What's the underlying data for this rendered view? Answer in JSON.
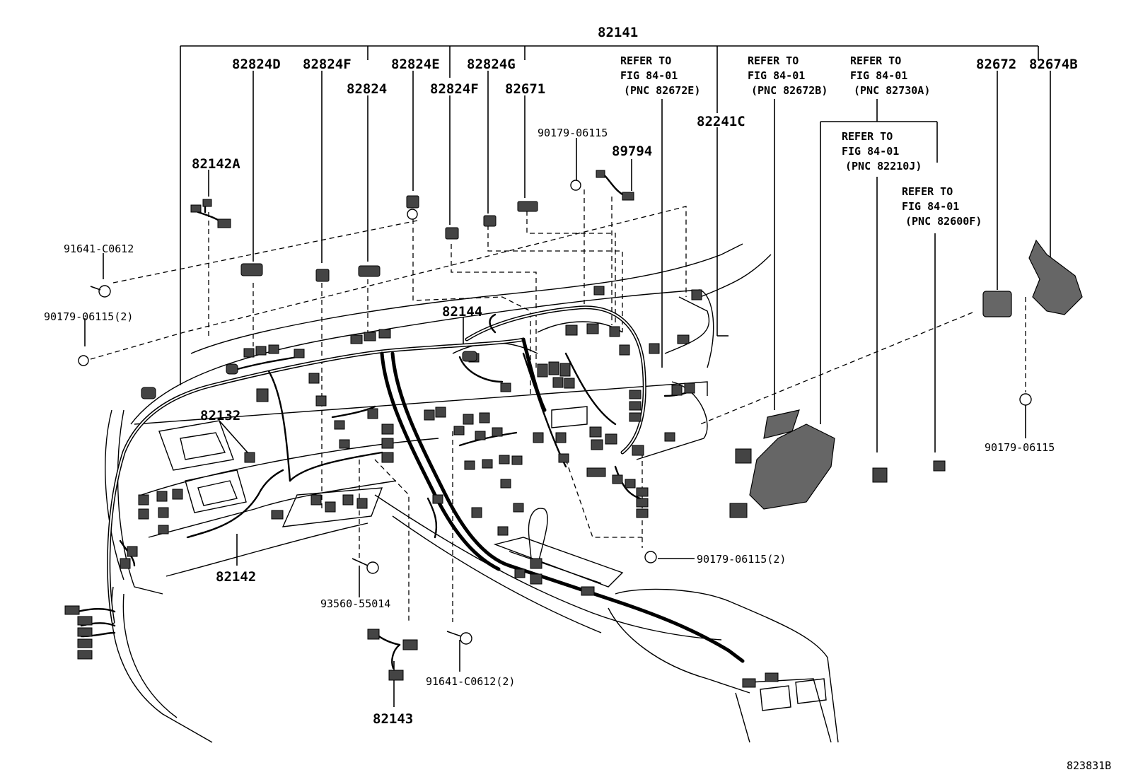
{
  "diagram": {
    "group_label": "82141",
    "part_numbers": [
      "82824D",
      "82824F",
      "82824",
      "82824E",
      "82824F",
      "82824G",
      "82671",
      "82142A",
      "82144",
      "82132",
      "82142",
      "82143",
      "82241C",
      "89794",
      "82672",
      "82674B"
    ],
    "fasteners": [
      "91641-C0612",
      "90179-06115(2)",
      "90179-06115",
      "90179-06115(2)",
      "93560-55014",
      "91641-C0612(2)",
      "90179-06115"
    ],
    "references": [
      {
        "line1": "REFER TO",
        "line2": "FIG 84-01",
        "line3": "(PNC 82672E)"
      },
      {
        "line1": "REFER TO",
        "line2": "FIG 84-01",
        "line3": "(PNC 82672B)"
      },
      {
        "line1": "REFER TO",
        "line2": "FIG 84-01",
        "line3": "(PNC 82730A)"
      },
      {
        "line1": "REFER TO",
        "line2": "FIG 84-01",
        "line3": "(PNC 82210J)"
      },
      {
        "line1": "REFER TO",
        "line2": "FIG 84-01",
        "line3": "(PNC 82600F)"
      }
    ],
    "figure_id": "823831B"
  }
}
